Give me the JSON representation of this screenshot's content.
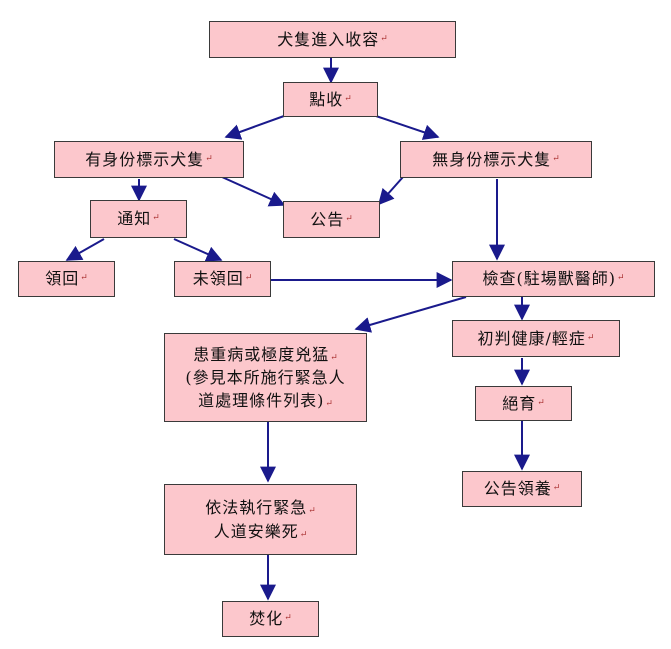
{
  "nodes": {
    "intake": "犬隻進入收容",
    "count": "點收",
    "with_id": "有身份標示犬隻",
    "without_id": "無身份標示犬隻",
    "notify": "通知",
    "announce": "公告",
    "reclaimed": "領回",
    "not_reclaimed": "未領回",
    "inspection": "檢查(駐場獸醫師)",
    "severe": {
      "line1": "患重病或極度兇猛",
      "line2": "(參見本所施行緊急人",
      "line3": "道處理條件列表)"
    },
    "prelim": "初判健康/輕症",
    "neuter": "絕育",
    "adoption": "公告領養",
    "euthanasia": {
      "line1": "依法執行緊急",
      "line2": "人道安樂死"
    },
    "cremation": "焚化"
  },
  "return_mark": "↵",
  "colors": {
    "box_fill": "#fcc7cc",
    "box_border": "#3a3a3a",
    "arrow": "#1a1a8c"
  }
}
